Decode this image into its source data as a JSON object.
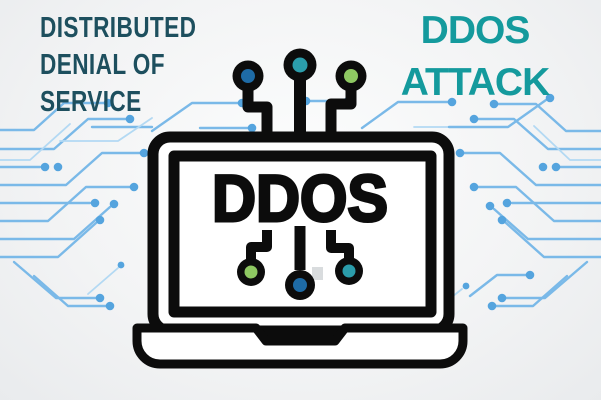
{
  "titles": {
    "left": {
      "lines": [
        "DISTRIBUTED",
        "DENIAL OF",
        "SERVICE"
      ]
    },
    "right": {
      "lines": [
        "DDOS",
        "ATTACK"
      ]
    }
  },
  "laptop": {
    "screen_text": "DDOS"
  },
  "connectors": {
    "top": [
      {
        "position": "left",
        "dot": "blue"
      },
      {
        "position": "middle",
        "dot": "teal"
      },
      {
        "position": "right",
        "dot": "green"
      }
    ],
    "screen": [
      {
        "position": "left",
        "dot": "green"
      },
      {
        "position": "middle",
        "dot": "blue"
      },
      {
        "position": "right",
        "dot": "teal"
      }
    ]
  },
  "colors": {
    "background": "#f3f4f5",
    "trace": "#7ab9e8",
    "trace_light": "#b3d9f3",
    "trace_dot": "#55a4de",
    "outline": "#0c0c0c",
    "title_left": "#1d4f5e",
    "title_right": "#149a9d",
    "node_blue": "#1e6ba6",
    "node_teal": "#2b9dab",
    "node_green": "#8ec862",
    "artifact": "#d9dcde"
  }
}
